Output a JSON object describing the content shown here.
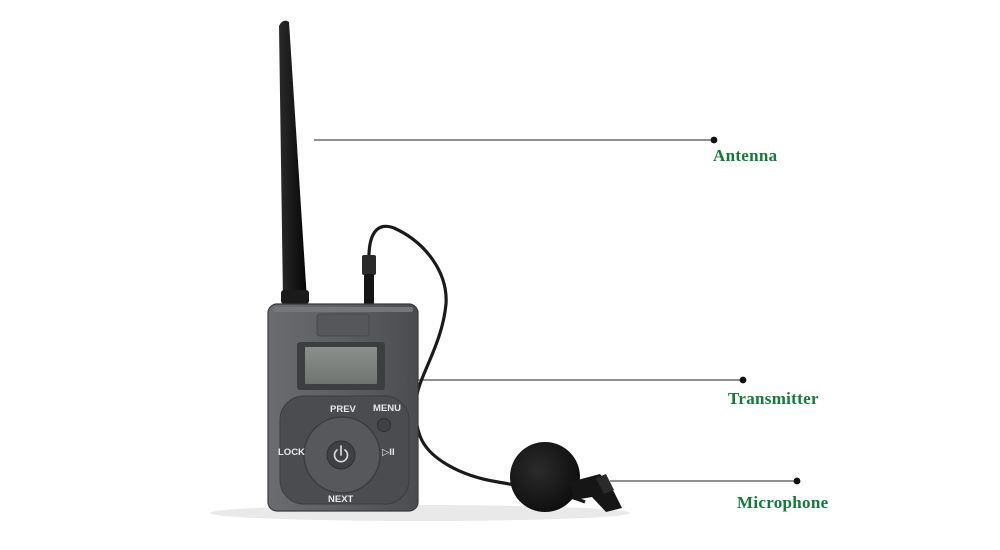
{
  "labels": {
    "antenna": "Antenna",
    "transmitter": "Transmitter",
    "microphone": "Microphone"
  },
  "device": {
    "keys": {
      "prev": "PREV",
      "menu": "MENU",
      "lock": "LOCK",
      "next": "NEXT",
      "play_pause": "▷II"
    }
  },
  "colors": {
    "label_green": "#137a3a",
    "leader_line": "#222222",
    "device_body": "#5b5d61",
    "background": "#ffffff"
  },
  "icons": {
    "power": "power-icon",
    "play_pause": "play-pause-icon"
  }
}
